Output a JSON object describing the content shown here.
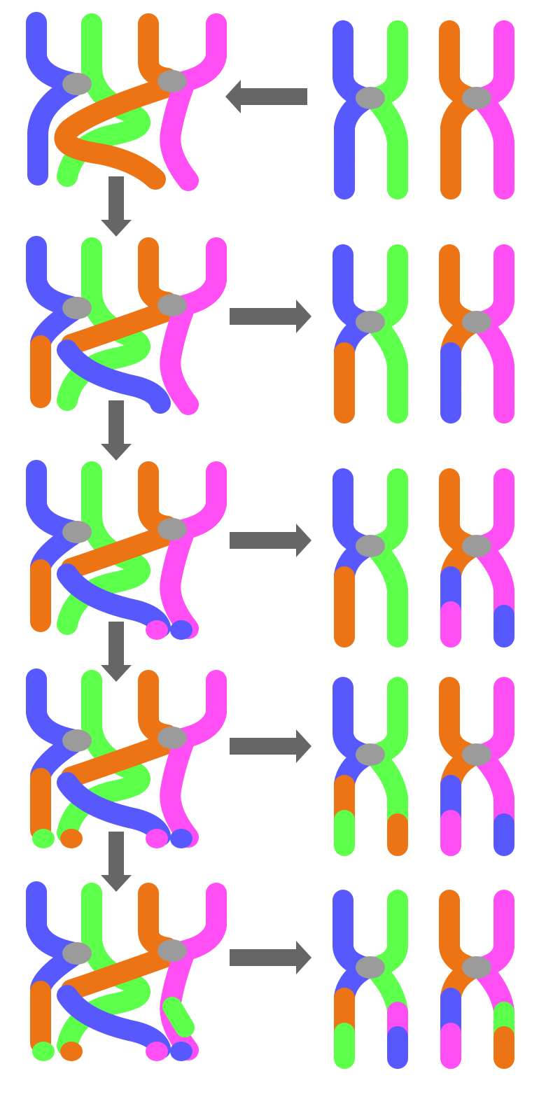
{
  "colors": {
    "blue": "#5858ff",
    "green": "#5cff49",
    "orange": "#ec7414",
    "magenta": "#ff4ef3",
    "centromere": "#9b9b9b",
    "arrow": "#666666",
    "background": "#ffffff"
  },
  "stages": [
    {
      "id": "stage-1",
      "crossovers": 0,
      "arrow_to_result": "left",
      "down_arrow_below": true
    },
    {
      "id": "stage-2",
      "crossovers": 1,
      "arrow_to_result": "right",
      "down_arrow_below": true
    },
    {
      "id": "stage-3",
      "crossovers": 2,
      "arrow_to_result": "right",
      "down_arrow_below": true
    },
    {
      "id": "stage-4",
      "crossovers": 3,
      "arrow_to_result": "right",
      "down_arrow_below": true
    },
    {
      "id": "stage-5",
      "crossovers": 4,
      "arrow_to_result": "right",
      "down_arrow_below": false
    }
  ],
  "result_chromatids": [
    {
      "left_pair": {
        "a": [
          "blue",
          "blue",
          "blue"
        ],
        "b": [
          "green",
          "green",
          "green"
        ]
      },
      "right_pair": {
        "a": [
          "orange",
          "orange",
          "orange"
        ],
        "b": [
          "magenta",
          "magenta",
          "magenta"
        ]
      }
    },
    {
      "left_pair": {
        "a": [
          "blue",
          "orange",
          "orange"
        ],
        "b": [
          "green",
          "green",
          "green"
        ]
      },
      "right_pair": {
        "a": [
          "orange",
          "blue",
          "blue"
        ],
        "b": [
          "magenta",
          "magenta",
          "magenta"
        ]
      }
    },
    {
      "left_pair": {
        "a": [
          "blue",
          "orange",
          "orange"
        ],
        "b": [
          "green",
          "green",
          "green"
        ]
      },
      "right_pair": {
        "a": [
          "orange",
          "blue",
          "magenta"
        ],
        "b": [
          "magenta",
          "magenta",
          "blue"
        ]
      }
    },
    {
      "left_pair": {
        "a": [
          "blue",
          "orange",
          "green"
        ],
        "b": [
          "green",
          "green",
          "orange"
        ]
      },
      "right_pair": {
        "a": [
          "orange",
          "blue",
          "magenta"
        ],
        "b": [
          "magenta",
          "magenta",
          "blue"
        ]
      }
    },
    {
      "left_pair": {
        "a": [
          "blue",
          "orange",
          "green"
        ],
        "b": [
          "green",
          "magenta",
          "blue"
        ]
      },
      "right_pair": {
        "a": [
          "orange",
          "blue",
          "magenta"
        ],
        "b": [
          "magenta",
          "green",
          "orange"
        ]
      }
    }
  ]
}
